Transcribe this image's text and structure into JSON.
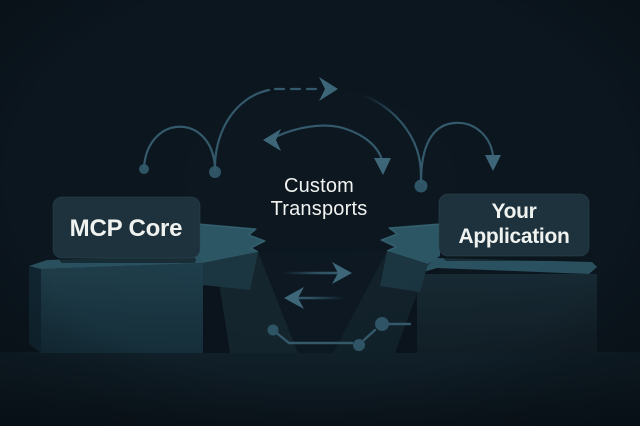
{
  "illustration": {
    "center_label": {
      "line1": "Custom",
      "line2": "Transports"
    },
    "left_platform": {
      "label": "MCP Core"
    },
    "right_platform": {
      "label_line1": "Your",
      "label_line2": "Application"
    }
  },
  "arrows": [
    {
      "name": "hop-arc-left",
      "style": "solid",
      "description": "small arc hopping between two dots above MCP Core"
    },
    {
      "name": "dashed-arrow-right",
      "style": "dashed",
      "description": "arc rising from dot into dashed line with right chevron arrowhead"
    },
    {
      "name": "double-headed-arc",
      "style": "solid",
      "description": "arc over center with left chevron head and down triangle head"
    },
    {
      "name": "drop-curve-to-dot",
      "style": "solid",
      "description": "curve sweeping down-right into a dot"
    },
    {
      "name": "hop-arc-right",
      "style": "solid",
      "description": "arc from dot down toward Your Application with down triangle head"
    },
    {
      "name": "straight-arrow-right",
      "style": "solid-fading",
      "description": "horizontal arrow pointing right in canyon"
    },
    {
      "name": "straight-arrow-left",
      "style": "solid-fading",
      "description": "horizontal arrow pointing left in canyon"
    },
    {
      "name": "circuit-node-path",
      "style": "node-line",
      "description": "three circle nodes joined by angled trace lines"
    }
  ],
  "colors": {
    "background": "#0C1720",
    "floor": "#101F28",
    "platform_top": "#2C5463",
    "platform_wedge": "#2E5867",
    "platform_mid_face": "#1C3742",
    "front_left": "#1E3B47",
    "front_right": "#16272F",
    "canyon_wall_left": "#15262F",
    "canyon_wall_right": "#12222B",
    "canyon_floor": "#0D1923",
    "dark_slab": "#0B151D",
    "edge_highlight": "#3E7080",
    "card": "#1D323D",
    "card_border": "#2B4652",
    "card_text": "#EFF2EE",
    "center_text": "#F1F3F0",
    "line": "#33596B",
    "arrowhead": "#3D6678",
    "node": "#2F5465"
  }
}
